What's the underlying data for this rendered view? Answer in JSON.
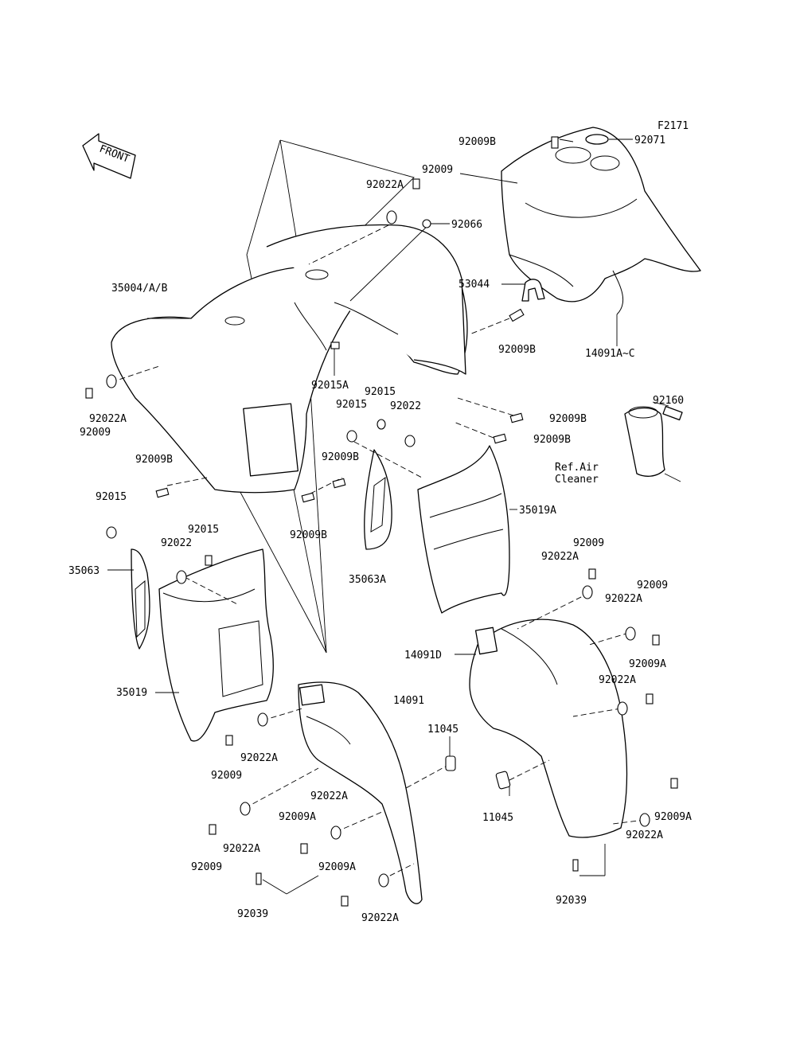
{
  "figure_code": "F2171",
  "front_label": "FRONT",
  "labels": {
    "p92009B_top": "92009B",
    "p92071": "92071",
    "p92009_a": "92009",
    "p92022A_a": "92022A",
    "p92066": "92066",
    "p35004": "35004/A/B",
    "p53044": "53044",
    "p92009B_b": "92009B",
    "p14091AC": "14091A~C",
    "p92015A": "92015A",
    "p92015_a": "92015",
    "p92015_b": "92015",
    "p92022_a": "92022",
    "p92022A_b": "92022A",
    "p92009_b": "92009",
    "p92009B_c": "92009B",
    "p92009B_d": "92009B",
    "p92160": "92160",
    "ref_air_1": "Ref.Air",
    "ref_air_2": "Cleaner",
    "p92009B_e": "92009B",
    "p92009B_f": "92009B",
    "p92015_c": "92015",
    "p35019A": "35019A",
    "p92015_d": "92015",
    "p92022_b": "92022",
    "p92009B_g": "92009B",
    "p35063": "35063",
    "p35063A": "35063A",
    "p92009_c": "92009",
    "p92022A_c": "92022A",
    "p92009_d": "92009",
    "p92022A_d": "92022A",
    "p14091D": "14091D",
    "p92009A_a": "92009A",
    "p35019": "35019",
    "p14091": "14091",
    "p92022A_e": "92022A",
    "p11045_a": "11045",
    "p92022A_f": "92022A",
    "p92009_e": "92009",
    "p92022A_g": "92022A",
    "p92009A_b": "92009A",
    "p11045_b": "11045",
    "p92009A_c": "92009A",
    "p92022A_h": "92022A",
    "p92022A_i": "92022A",
    "p92009_f": "92009",
    "p92009A_d": "92009A",
    "p92039_a": "92039",
    "p92022A_j": "92022A",
    "p92039_b": "92039"
  }
}
